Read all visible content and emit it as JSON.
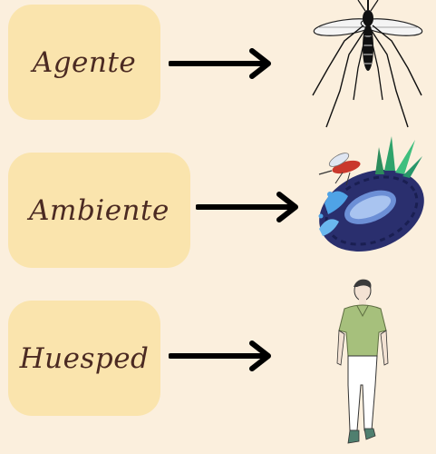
{
  "rows": [
    {
      "label": "Agente",
      "icon": "mosquito-icon"
    },
    {
      "label": "Ambiente",
      "icon": "tire-with-water-icon"
    },
    {
      "label": "Huesped",
      "icon": "person-walking-icon"
    }
  ],
  "colors": {
    "background": "#fbefdd",
    "box": "#fae4ad",
    "text": "#4b2a22",
    "arrow": "#000000"
  }
}
